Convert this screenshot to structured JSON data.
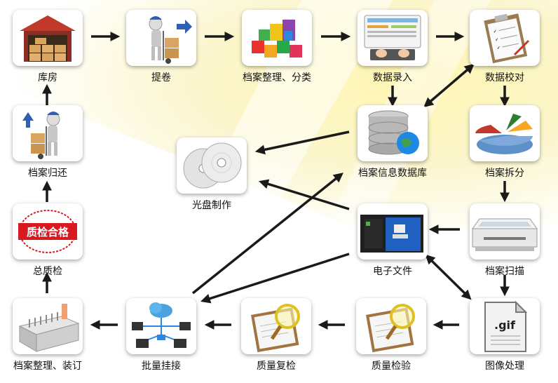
{
  "nodes": {
    "kufang": "库房",
    "tijuan": "提卷",
    "zhengli_fenlei": "档案整理、分类",
    "shuju_luru": "数据录入",
    "shuju_jiaodui": "数据校对",
    "guihuan": "档案归还",
    "guangpan": "光盘制作",
    "xinxi_shujuku": "档案信息数据库",
    "chaifen": "档案拆分",
    "zongzhijian": "总质检",
    "dianzi_wenjian": "电子文件",
    "saomiao": "档案扫描",
    "zhengli_zhuangding": "档案整理、装订",
    "piliang_guajie": "批量挂接",
    "zhiliang_fujian": "质量复检",
    "zhiliang_jianyan": "质量检验",
    "tuxiang_chuli": "图像处理"
  },
  "stamp_text": "质检合格",
  "gif_text": ".gif",
  "colors": {
    "arrow": "#1a1a1a",
    "stamp": "#d71920",
    "accent": "#f6e34a"
  }
}
